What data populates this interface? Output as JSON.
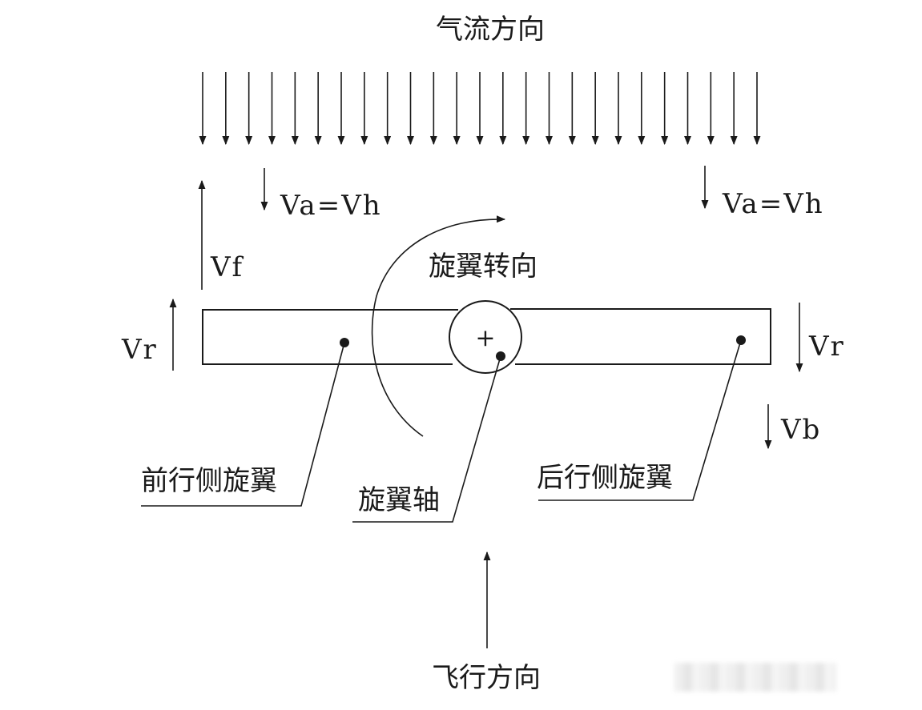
{
  "labels": {
    "airflow_direction": "气流方向",
    "va_left": "Va=Vh",
    "va_right": "Va=Vh",
    "vf": "Vf",
    "rotor_rotation": "旋翼转向",
    "vr_left": "Vr",
    "vr_right": "Vr",
    "vb": "Vb",
    "advancing_blade": "前行侧旋翼",
    "rotor_shaft": "旋翼轴",
    "retreating_blade": "后行侧旋翼",
    "flight_direction": "飞行方向",
    "shaft_cross": "+"
  },
  "airflow": {
    "arrow_count": 25
  },
  "colors": {
    "ink": "#1a1a1a",
    "background": "#ffffff"
  }
}
